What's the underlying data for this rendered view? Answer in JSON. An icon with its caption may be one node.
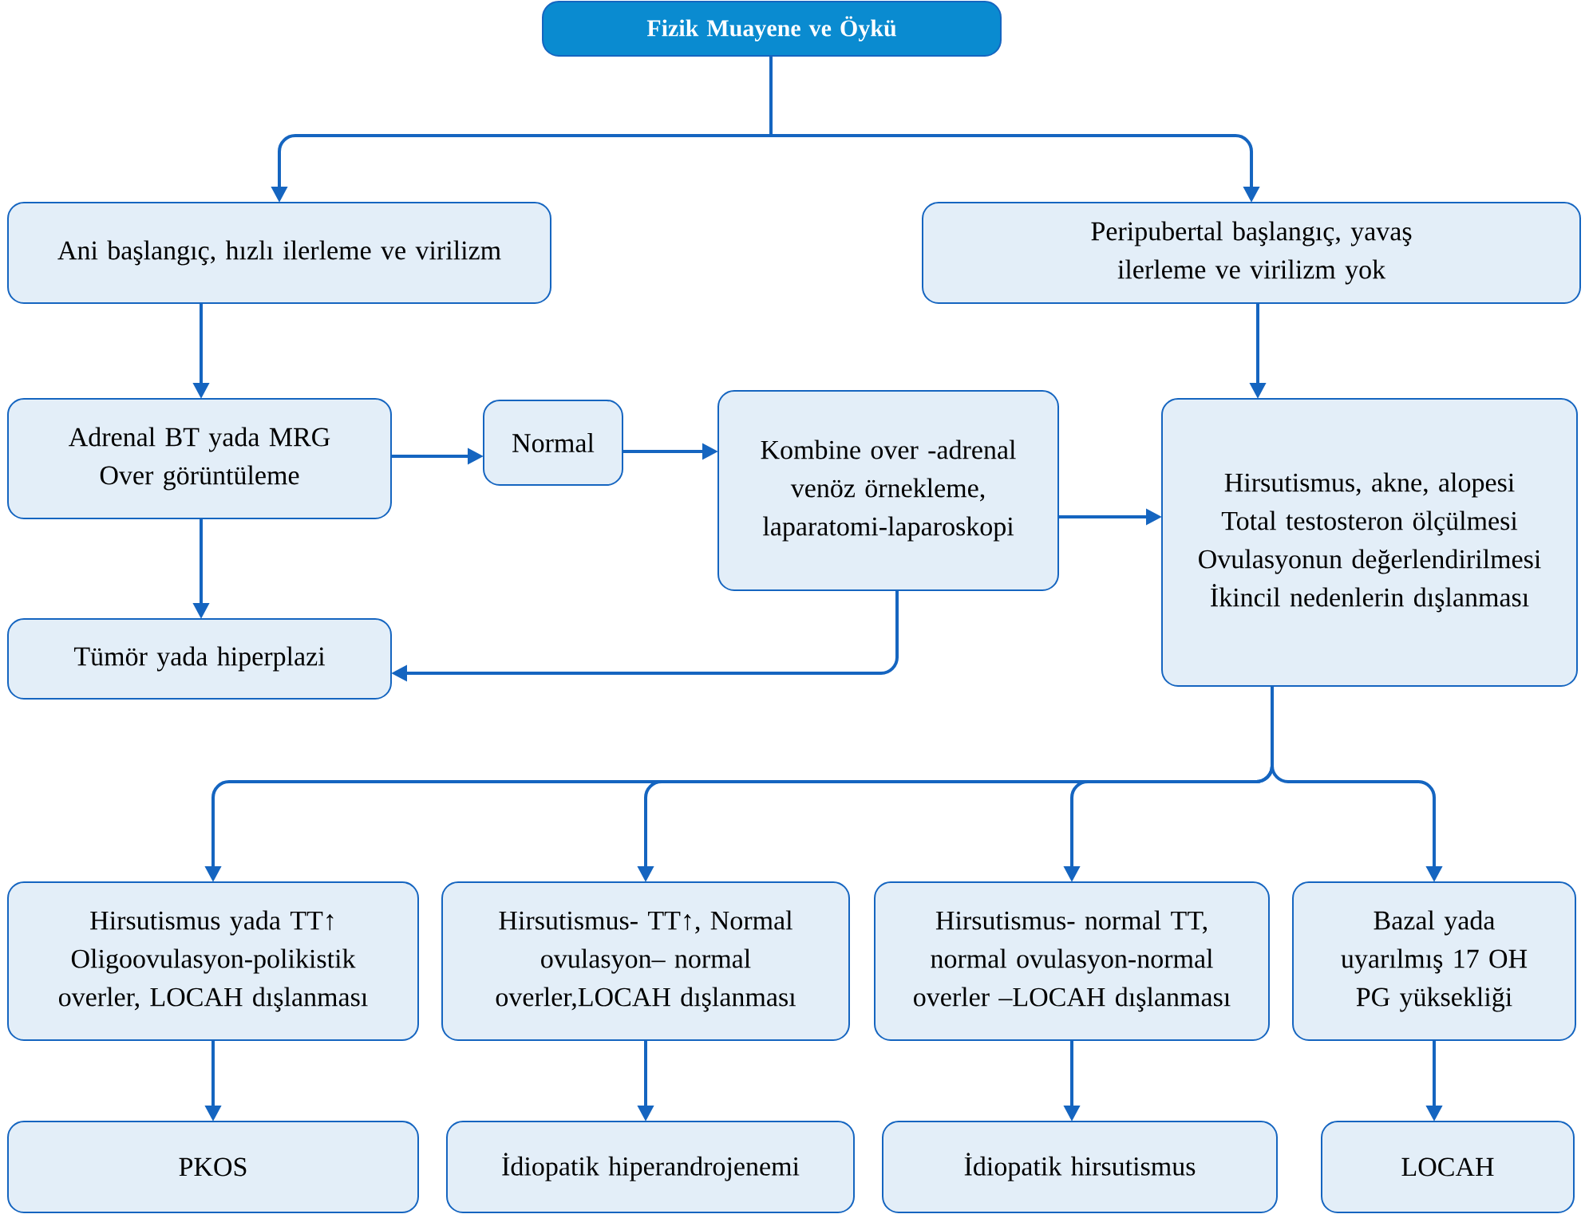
{
  "diagram": {
    "nodes": [
      {
        "text": [
          "Fizik Muayene ve Öykü"
        ]
      },
      {
        "text": [
          "Ani başlangıç, hızlı ilerleme ve virilizm"
        ]
      },
      {
        "text": [
          "Peripubertal başlangıç, yavaş ilerleme ve virilizm yok"
        ]
      },
      {
        "text": [
          "Adrenal BT yada MRG Over görüntüleme"
        ]
      },
      {
        "text": [
          "Normal"
        ]
      },
      {
        "text": [
          "Kombine over -adrenal venöz örnekleme, laparatomi-laparoskopi"
        ]
      },
      {
        "text": [
          "Hirsutismus, akne, alopesi Total testosteron ölçülmesi Ovulasyonun değerlendirilmesi İkincil nedenlerin dışlanması"
        ]
      },
      {
        "text": [
          "Tümör yada hiperplazi"
        ]
      },
      {
        "text": [
          "Hirsutismus yada TT↑ Oligoovulasyon-polikistik overler, LOCAH dışlanması"
        ]
      },
      {
        "text": [
          "Hirsutismus- TT↑, Normal ovulasyon– normal overler,LOCAH dışlanması"
        ]
      },
      {
        "text": [
          "Hirsutismus- normal TT, normal ovulasyon-normal overler –LOCAH dışlanması"
        ]
      },
      {
        "text": [
          "Bazal yada uyarılmış 17 OH PG yüksekliği"
        ]
      },
      {
        "text": [
          "PKOS"
        ]
      },
      {
        "text": [
          "İdiopatik hiperandrojenemi"
        ]
      },
      {
        "text": [
          "İdiopatik hirsutismus"
        ]
      },
      {
        "text": [
          "LOCAH"
        ]
      }
    ],
    "edges": [
      {
        "from": 0,
        "to": 1,
        "arrow": "to"
      },
      {
        "from": 0,
        "to": 2,
        "arrow": "to"
      },
      {
        "from": 1,
        "to": 3,
        "arrow": "to"
      },
      {
        "from": 2,
        "to": 6,
        "arrow": "to"
      },
      {
        "from": 3,
        "to": 4,
        "arrow": "to"
      },
      {
        "from": 4,
        "to": 5,
        "arrow": "to"
      },
      {
        "from": 5,
        "to": 6,
        "arrow": "to"
      },
      {
        "from": 3,
        "to": 7,
        "arrow": "to"
      },
      {
        "from": 5,
        "to": 7,
        "arrow": "to"
      },
      {
        "from": 6,
        "to": 8,
        "arrow": "to"
      },
      {
        "from": 6,
        "to": 9,
        "arrow": "to"
      },
      {
        "from": 6,
        "to": 10,
        "arrow": "to"
      },
      {
        "from": 6,
        "to": 11,
        "arrow": "to"
      },
      {
        "from": 8,
        "to": 12,
        "arrow": "to"
      },
      {
        "from": 9,
        "to": 13,
        "arrow": "to"
      },
      {
        "from": 10,
        "to": 14,
        "arrow": "to"
      },
      {
        "from": 11,
        "to": 15,
        "arrow": "to"
      }
    ]
  }
}
